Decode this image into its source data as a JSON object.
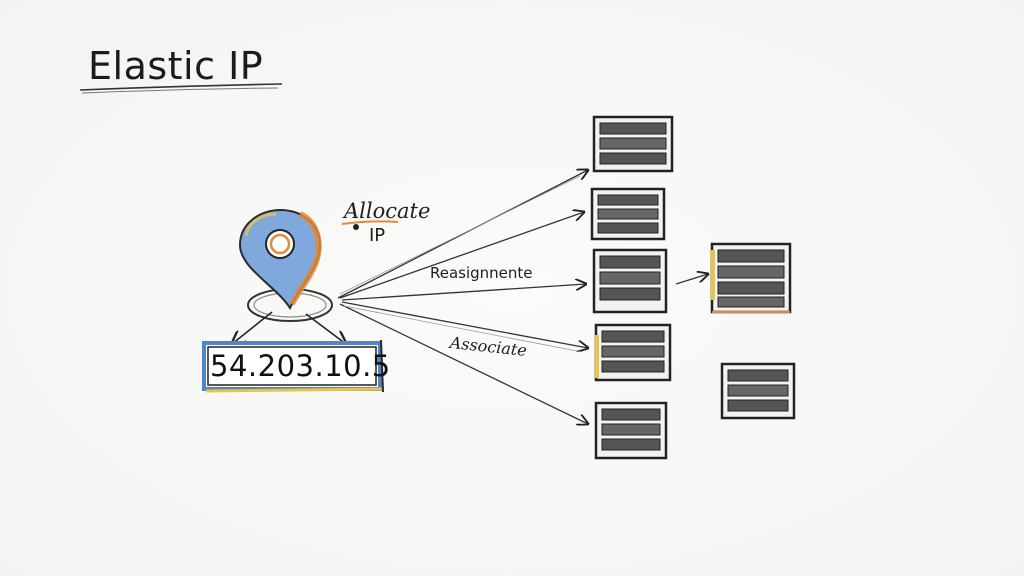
{
  "title": "Elastic IP",
  "ip_address": "54.203.10.5",
  "labels": {
    "allocate": "Allocate",
    "ip": "IP",
    "reassign": "Reasignnente",
    "associate": "Associate"
  },
  "colors": {
    "ink": "#1b1b1b",
    "pin_blue": "#5b8fd0",
    "pin_orange": "#e08a3a",
    "accent_yellow": "#e9c44a",
    "server_fill": "#5a5a5a"
  },
  "icons": [
    "location-pin-icon",
    "server-icon"
  ]
}
